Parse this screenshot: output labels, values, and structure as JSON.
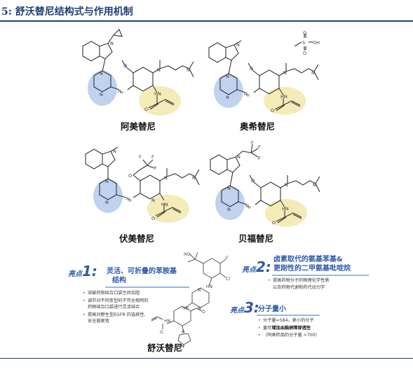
{
  "figure": {
    "title": "5: 舒沃替尼结构式与作用机制"
  },
  "molecules": [
    {
      "name": "阿美替尼"
    },
    {
      "name": "奥希替尼"
    },
    {
      "name": "伏美替尼"
    },
    {
      "name": "贝福替尼"
    },
    {
      "name": "舒沃替尼"
    }
  ],
  "atom_labels": {
    "N": "N",
    "NH": "NH",
    "HN": "HN",
    "H": "H",
    "O": "O",
    "S": "S",
    "OH": "OH",
    "F": "F",
    "Cl": "Cl",
    "HO": "HO",
    "O_eq": "O"
  },
  "highlights": [
    {
      "tag": "亮点",
      "num": "1:",
      "title_lines": [
        "灵活、可折叠的苯胺基",
        "结构"
      ],
      "bullets": [
        [
          "突破药物结合口袋空间位阻"
        ],
        [
          "调节对不同变型的不完全相同的",
          "药物结合口袋进行灵活结合"
        ],
        [
          "提高对野生型EGFR 的选择性,",
          "安全窗更宽"
        ]
      ]
    },
    {
      "tag": "亮点",
      "num": "2:",
      "title_lines": [
        "卤素取代的氨基苯基&",
        "更刚性的二甲氨基吡啶烷"
      ],
      "bullets": [
        [
          "提高药物分子的物理化学性质",
          "以及药物代谢和药代动力学"
        ]
      ]
    },
    {
      "tag": "亮点",
      "num": "3:",
      "title_lines": [
        "分子量小"
      ],
      "bullets": [
        [
          "分子量=584，更小的分子"
        ],
        [
          "量可增加血脑屏障穿透性"
        ],
        [
          "（同类药品的分子量 >700）"
        ]
      ],
      "emphasis": "增加血脑屏障穿透性"
    }
  ],
  "colors": {
    "title": "#1f3f78",
    "highlight_blue": "#a9c3ea",
    "highlight_yellow": "#f3e7ad",
    "accent": "#2d5aa8"
  }
}
